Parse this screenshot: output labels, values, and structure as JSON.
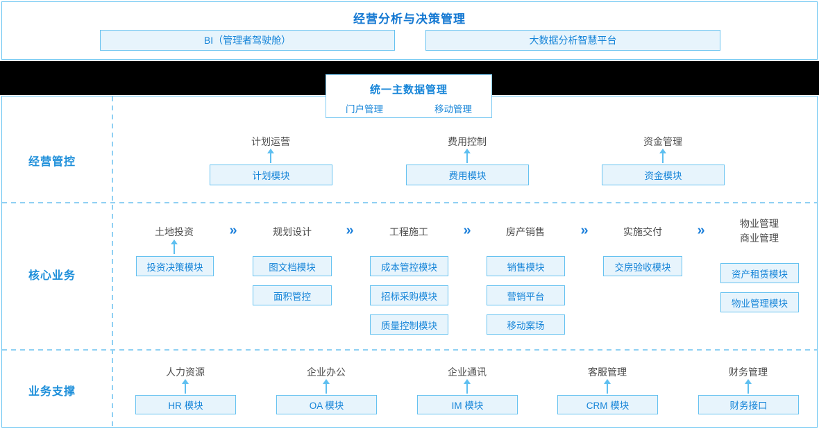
{
  "top_section": {
    "title": "经营分析与决策管理",
    "platforms": [
      "BI（管理者驾驶舱）",
      "大数据分析智慧平台"
    ]
  },
  "master_data": {
    "title": "统一主数据管理",
    "items": [
      "门户管理",
      "移动管理"
    ]
  },
  "row_management": {
    "label": "经营管控",
    "groups": [
      {
        "title": "计划运营",
        "module": "计划模块"
      },
      {
        "title": "费用控制",
        "module": "费用模块"
      },
      {
        "title": "资金管理",
        "module": "资金模块"
      }
    ]
  },
  "row_core": {
    "label": "核心业务",
    "chevron_icon": "»",
    "stages": [
      {
        "title": "土地投资",
        "modules": [
          "投资决策模块"
        ]
      },
      {
        "title": "规划设计",
        "modules": [
          "图文档模块",
          "面积管控"
        ]
      },
      {
        "title": "工程施工",
        "modules": [
          "成本管控模块",
          "招标采购模块",
          "质量控制模块"
        ]
      },
      {
        "title": "房产销售",
        "modules": [
          "销售模块",
          "营销平台",
          "移动案场"
        ]
      },
      {
        "title": "实施交付",
        "modules": [
          "交房验收模块"
        ]
      },
      {
        "title_lines": [
          "物业管理",
          "商业管理"
        ],
        "modules": [
          "资产租赁模块",
          "物业管理模块"
        ]
      }
    ]
  },
  "row_support": {
    "label": "业务支撑",
    "groups": [
      {
        "title": "人力资源",
        "module": "HR 模块"
      },
      {
        "title": "企业办公",
        "module": "OA 模块"
      },
      {
        "title": "企业通讯",
        "module": "IM 模块"
      },
      {
        "title": "客服管理",
        "module": "CRM 模块"
      },
      {
        "title": "财务管理",
        "module": "财务接口"
      }
    ]
  },
  "colors": {
    "accent_blue": "#1584d8",
    "title_blue": "#1478d2",
    "row_label_blue": "#1e8fda",
    "box_fill": "#e7f4fc",
    "box_border": "#66c2f0",
    "outer_border": "#6cc6f2",
    "dashed_line": "#8fd0f3",
    "dark_text": "#4c4c4c",
    "black_bar": "#000000",
    "arrow_blue": "#5ebff0",
    "chevron_blue": "#1b7fdb"
  }
}
